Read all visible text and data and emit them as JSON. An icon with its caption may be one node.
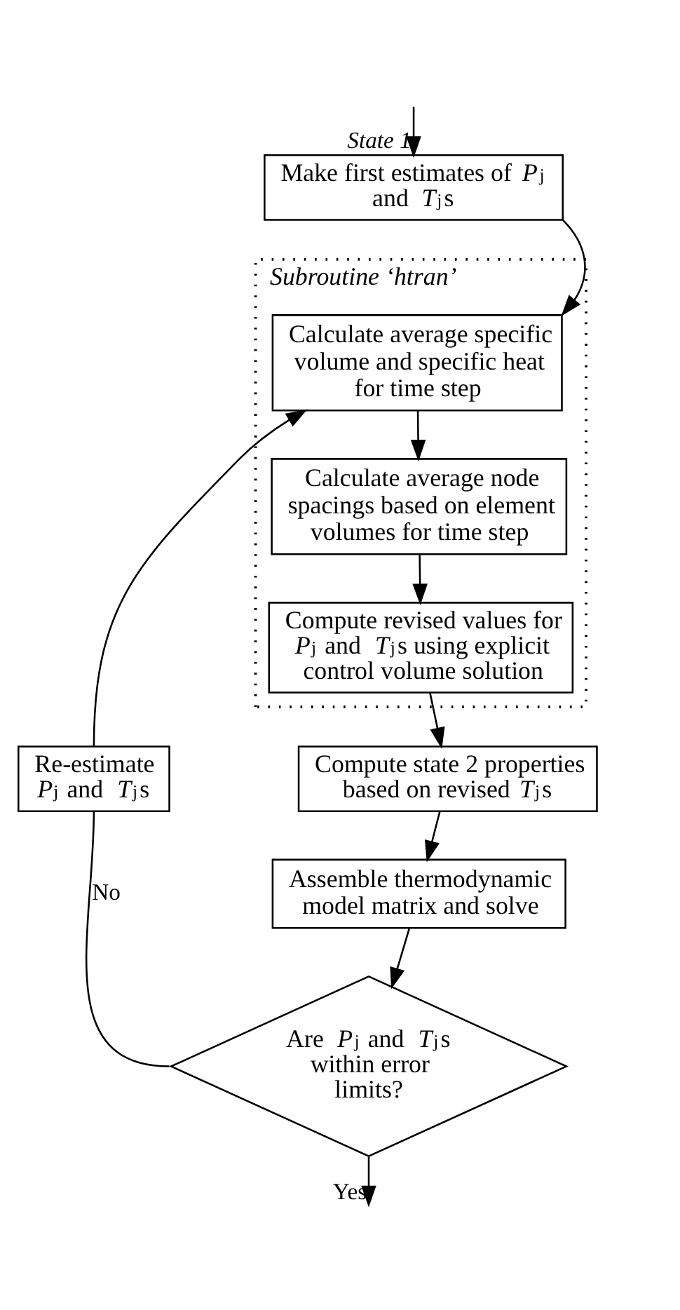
{
  "diagram": {
    "nodes": [
      {
        "text": [
          "Make first estimates of *P*$_{j}$ and *T*$_{j}$s"
        ]
      },
      {
        "text": [
          "Subroutine ‘htran’"
        ]
      },
      {
        "text": [
          "Calculate average specific volume and specific heat for time step"
        ],
        "in": 1
      },
      {
        "text": [
          "Calculate average node spacings based on element volumes for time step"
        ],
        "in": 1
      },
      {
        "text": [
          "Compute revised values for *P*$_{j}$ and *T*$_{j}$s using explicit control volume solution"
        ],
        "in": 1
      },
      {
        "text": [
          "Compute state 2 properties based on revised *T*$_{j}$s"
        ]
      },
      {
        "text": [
          "Assemble thermodynamic model matrix and solve"
        ]
      },
      {
        "text": [
          "Are *P*$_{j}$ and *T*$_{j}$s within error limits?"
        ]
      },
      {
        "text": [
          "Re-estimate *P*$_{j}$ and *T*$_{j}$s"
        ]
      }
    ],
    "edges": [
      {
        "from": null,
        "to": 0,
        "arrow": "to",
        "label": "State 1"
      },
      {
        "from": 0,
        "to": 2,
        "arrow": "to"
      },
      {
        "from": 2,
        "to": 3,
        "arrow": "to"
      },
      {
        "from": 3,
        "to": 4,
        "arrow": "to"
      },
      {
        "from": 4,
        "to": 5,
        "arrow": "to"
      },
      {
        "from": 5,
        "to": 6,
        "arrow": "to"
      },
      {
        "from": 6,
        "to": 7,
        "arrow": "to"
      },
      {
        "from": 7,
        "to": 8,
        "arrow": "none",
        "label": "No"
      },
      {
        "from": 8,
        "to": 2,
        "arrow": "to"
      },
      {
        "from": 7,
        "to": null,
        "arrow": "to",
        "label": "Yes"
      }
    ]
  }
}
